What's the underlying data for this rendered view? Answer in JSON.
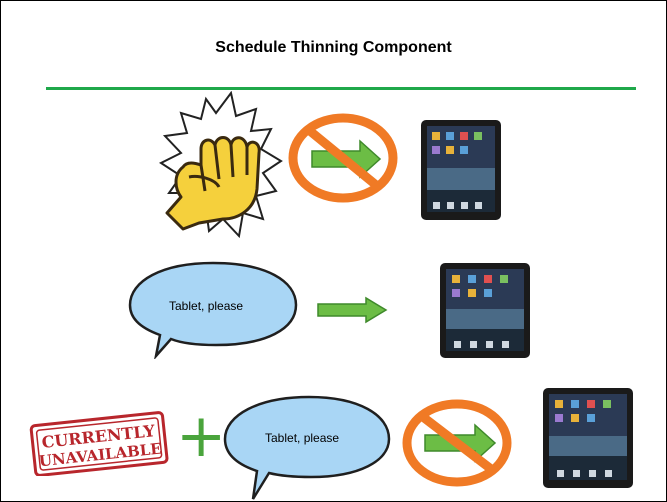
{
  "slide": {
    "title": "Schedule Thinning Component",
    "colors": {
      "rule": "#1fa84a",
      "arrow": "#6cbd45",
      "no_symbol": "#f07a25",
      "bubble_fill": "#a9d6f5",
      "bubble_stroke": "#1f1f1f",
      "plus": "#4aa43c",
      "stamp": "#b8262c",
      "fist": "#f5d03c"
    }
  },
  "rows": [
    {
      "icons": [
        "fist-icon",
        "prohibited-arrow-icon",
        "tablet-icon"
      ]
    },
    {
      "bubble_text": "Tablet, please",
      "icons": [
        "speech-bubble",
        "right-arrow-icon",
        "tablet-icon"
      ]
    },
    {
      "stamp_line1": "CURRENTLY",
      "stamp_line2": "UNAVAILABLE",
      "operator": "+",
      "bubble_text": "Tablet, please",
      "icons": [
        "stamp",
        "plus-icon",
        "speech-bubble",
        "prohibited-arrow-icon",
        "tablet-icon"
      ]
    }
  ]
}
